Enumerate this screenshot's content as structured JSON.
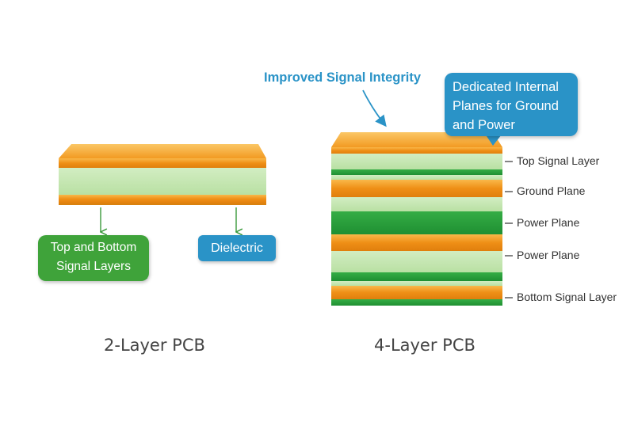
{
  "two_layer": {
    "title": "2-Layer PCB",
    "callout_signal_line1": "Top and Bottom",
    "callout_signal_line2": "Signal Layers",
    "callout_dielectric": "Dielectric"
  },
  "four_layer": {
    "title": "4-Layer PCB",
    "improved_label": "Improved Signal Integrity",
    "dedicated_line1": "Dedicated Internal",
    "dedicated_line2": "Planes for Ground",
    "dedicated_line3": "and Power",
    "layer_labels": [
      "Top Signal Layer",
      "Ground Plane",
      "Power Plane",
      "Power Plane",
      "Bottom Signal Layer"
    ]
  },
  "colors": {
    "copper": "#f0961e",
    "copper_light": "#f7b443",
    "dielectric": "#c3e6b0",
    "green_plane": "#2ea33e",
    "callout_green": "#3fa33a",
    "callout_blue": "#2a93c7"
  }
}
